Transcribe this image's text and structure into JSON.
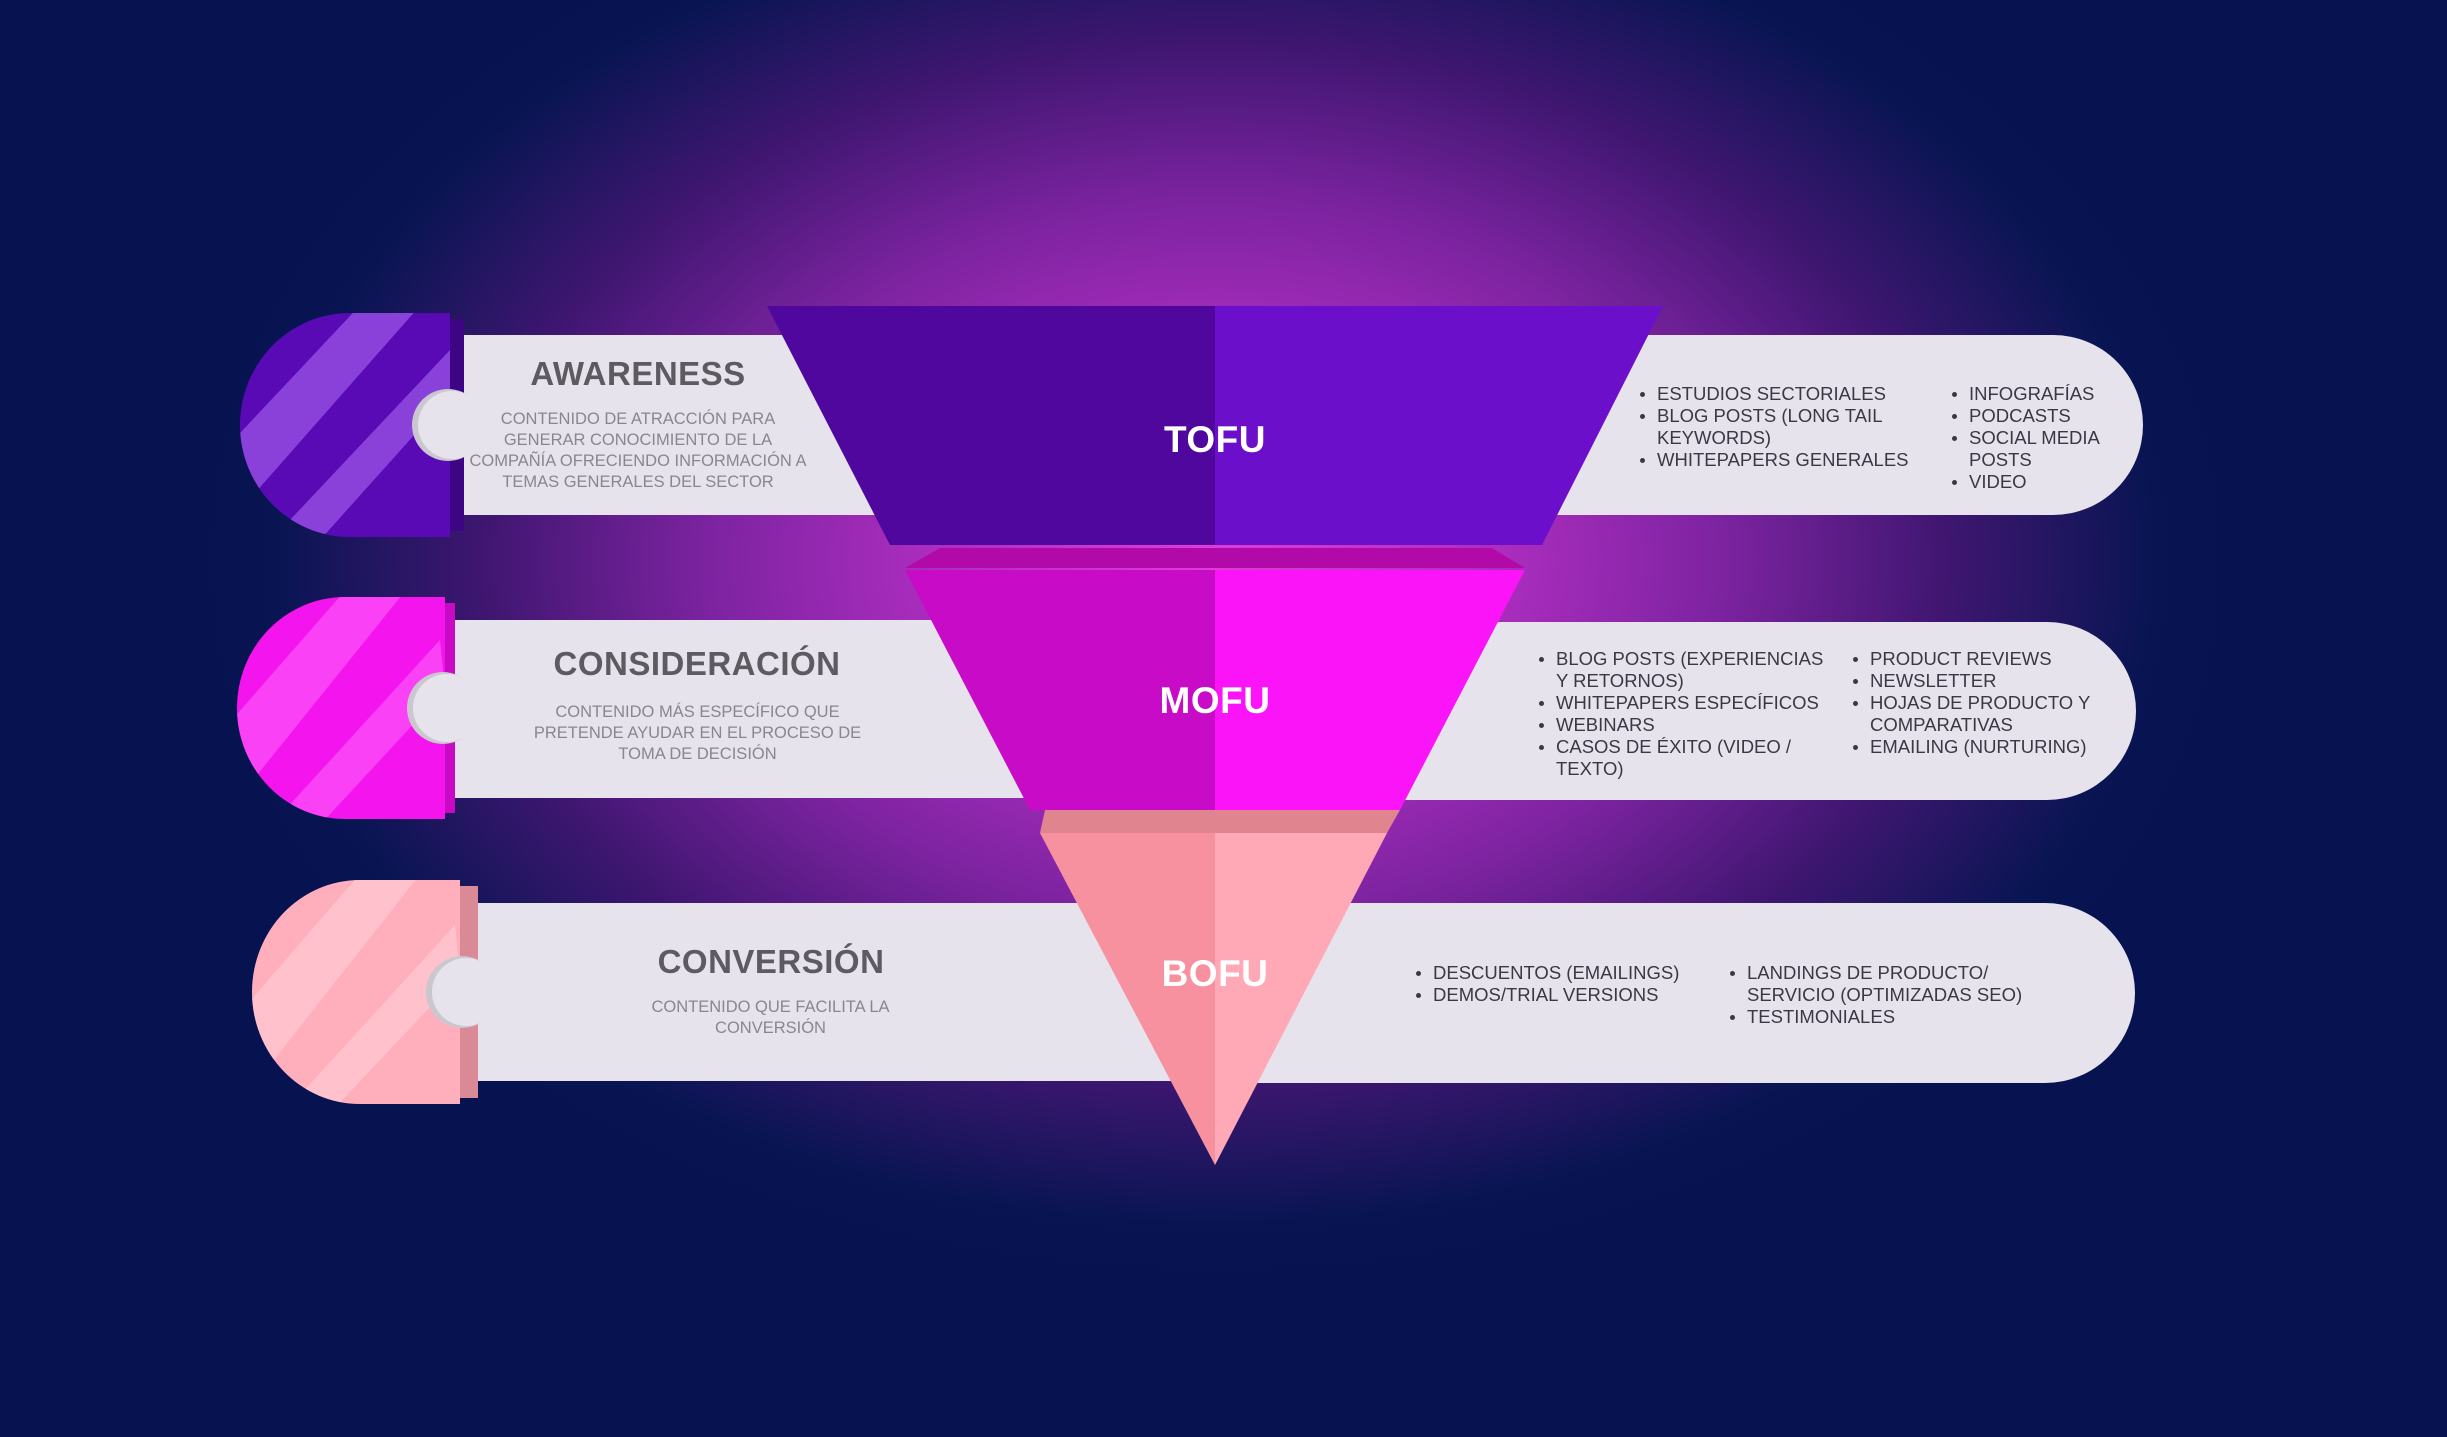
{
  "colors": {
    "tofu_dark": "#4f079d",
    "tofu_light": "#6c0fca",
    "mofu_dark": "#c70bc6",
    "mofu_light": "#fc14f8",
    "bofu_dark": "#f7909f",
    "bofu_light": "#ffa8b6",
    "band": "#e7e3ec"
  },
  "stages": [
    {
      "key": "awareness",
      "title": "AWARENESS",
      "description": "CONTENIDO DE ATRACCIÓN PARA GENERAR CONOCIMIENTO DE LA COMPAÑÍA OFRECIENDO INFORMACIÓN A TEMAS GENERALES DEL SECTOR",
      "funnel_label": "TOFU",
      "col1": [
        "ESTUDIOS SECTORIALES",
        "BLOG POSTS (LONG TAIL KEYWORDS)",
        "WHITEPAPERS GENERALES"
      ],
      "col2": [
        "INFOGRAFÍAS",
        "PODCASTS",
        "SOCIAL MEDIA POSTS",
        "VIDEO"
      ]
    },
    {
      "key": "consideracion",
      "title": "CONSIDERACIÓN",
      "description": "CONTENIDO MÁS ESPECÍFICO QUE PRETENDE AYUDAR EN EL PROCESO DE TOMA DE DECISIÓN",
      "funnel_label": "MOFU",
      "col1": [
        "BLOG POSTS (EXPERIENCIAS Y RETORNOS)",
        "WHITEPAPERS ESPECÍFICOS",
        "WEBINARS",
        "CASOS DE ÉXITO (VIDEO / TEXTO)"
      ],
      "col2": [
        "PRODUCT REVIEWS",
        "NEWSLETTER",
        "HOJAS DE PRODUCTO Y COMPARATIVAS",
        "EMAILING (NURTURING)"
      ]
    },
    {
      "key": "conversion",
      "title": "CONVERSIÓN",
      "description": "CONTENIDO QUE FACILITA LA CONVERSIÓN",
      "funnel_label": "BOFU",
      "col1": [
        "DESCUENTOS (EMAILINGS)",
        "DEMOS/TRIAL VERSIONS"
      ],
      "col2": [
        "LANDINGS DE PRODUCTO/ SERVICIO (OPTIMIZADAS SEO)",
        "TESTIMONIALES"
      ]
    }
  ]
}
